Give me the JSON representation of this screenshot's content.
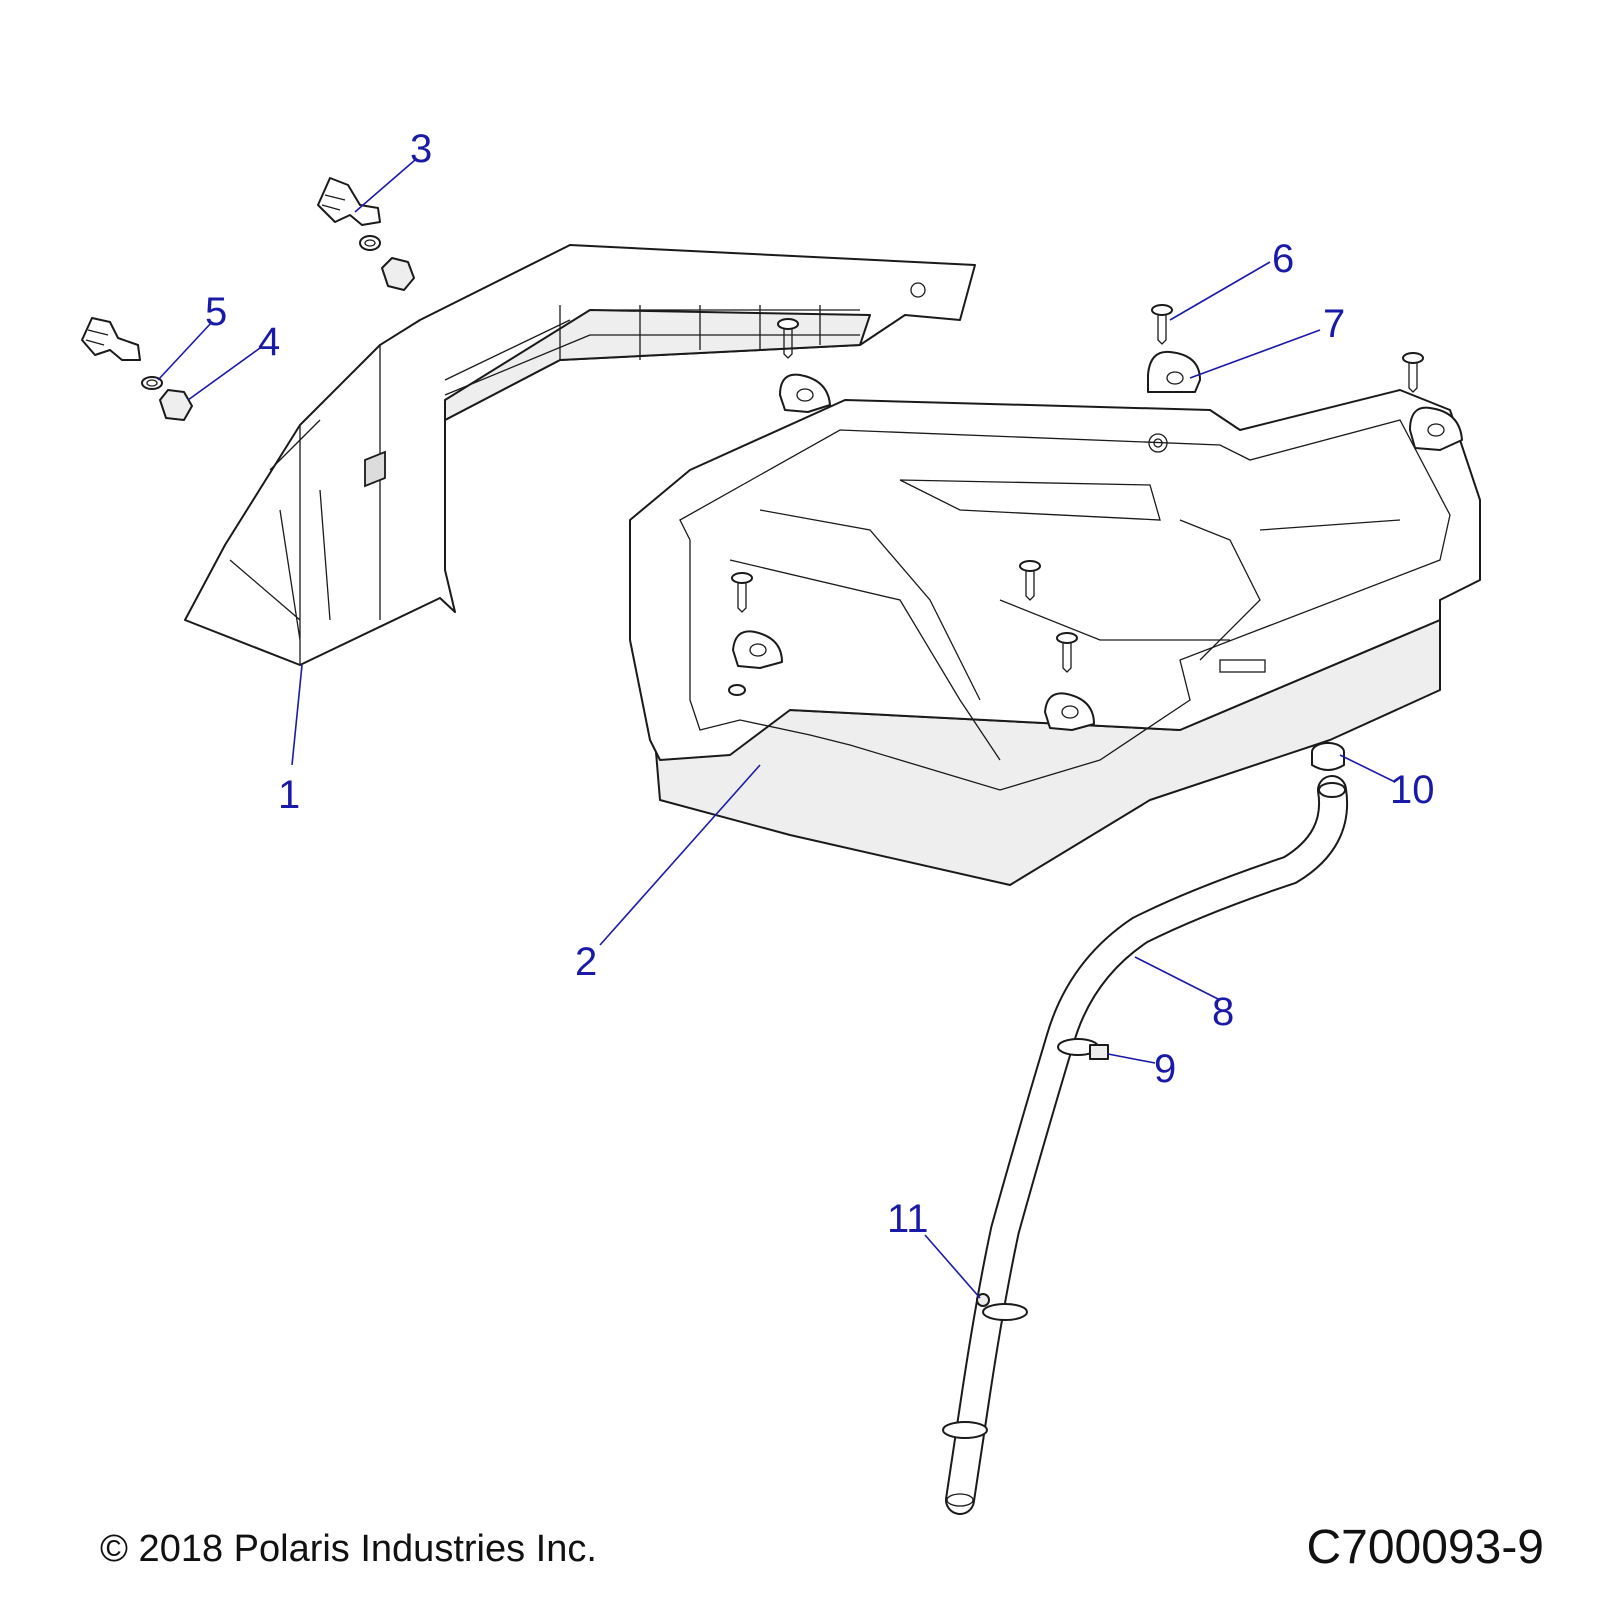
{
  "footer": {
    "copyright": "© 2018 Polaris Industries Inc.",
    "figure_id": "C700093-9"
  },
  "callouts": [
    {
      "id": "callout-1",
      "label": "1"
    },
    {
      "id": "callout-2",
      "label": "2"
    },
    {
      "id": "callout-3",
      "label": "3"
    },
    {
      "id": "callout-4",
      "label": "4"
    },
    {
      "id": "callout-5",
      "label": "5"
    },
    {
      "id": "callout-6",
      "label": "6"
    },
    {
      "id": "callout-7",
      "label": "7"
    },
    {
      "id": "callout-8",
      "label": "8"
    },
    {
      "id": "callout-9",
      "label": "9"
    },
    {
      "id": "callout-10",
      "label": "10"
    },
    {
      "id": "callout-11",
      "label": "11"
    }
  ],
  "colors": {
    "callout": "#1a1aa8",
    "outline": "#1a1a1a",
    "text": "#111111"
  }
}
